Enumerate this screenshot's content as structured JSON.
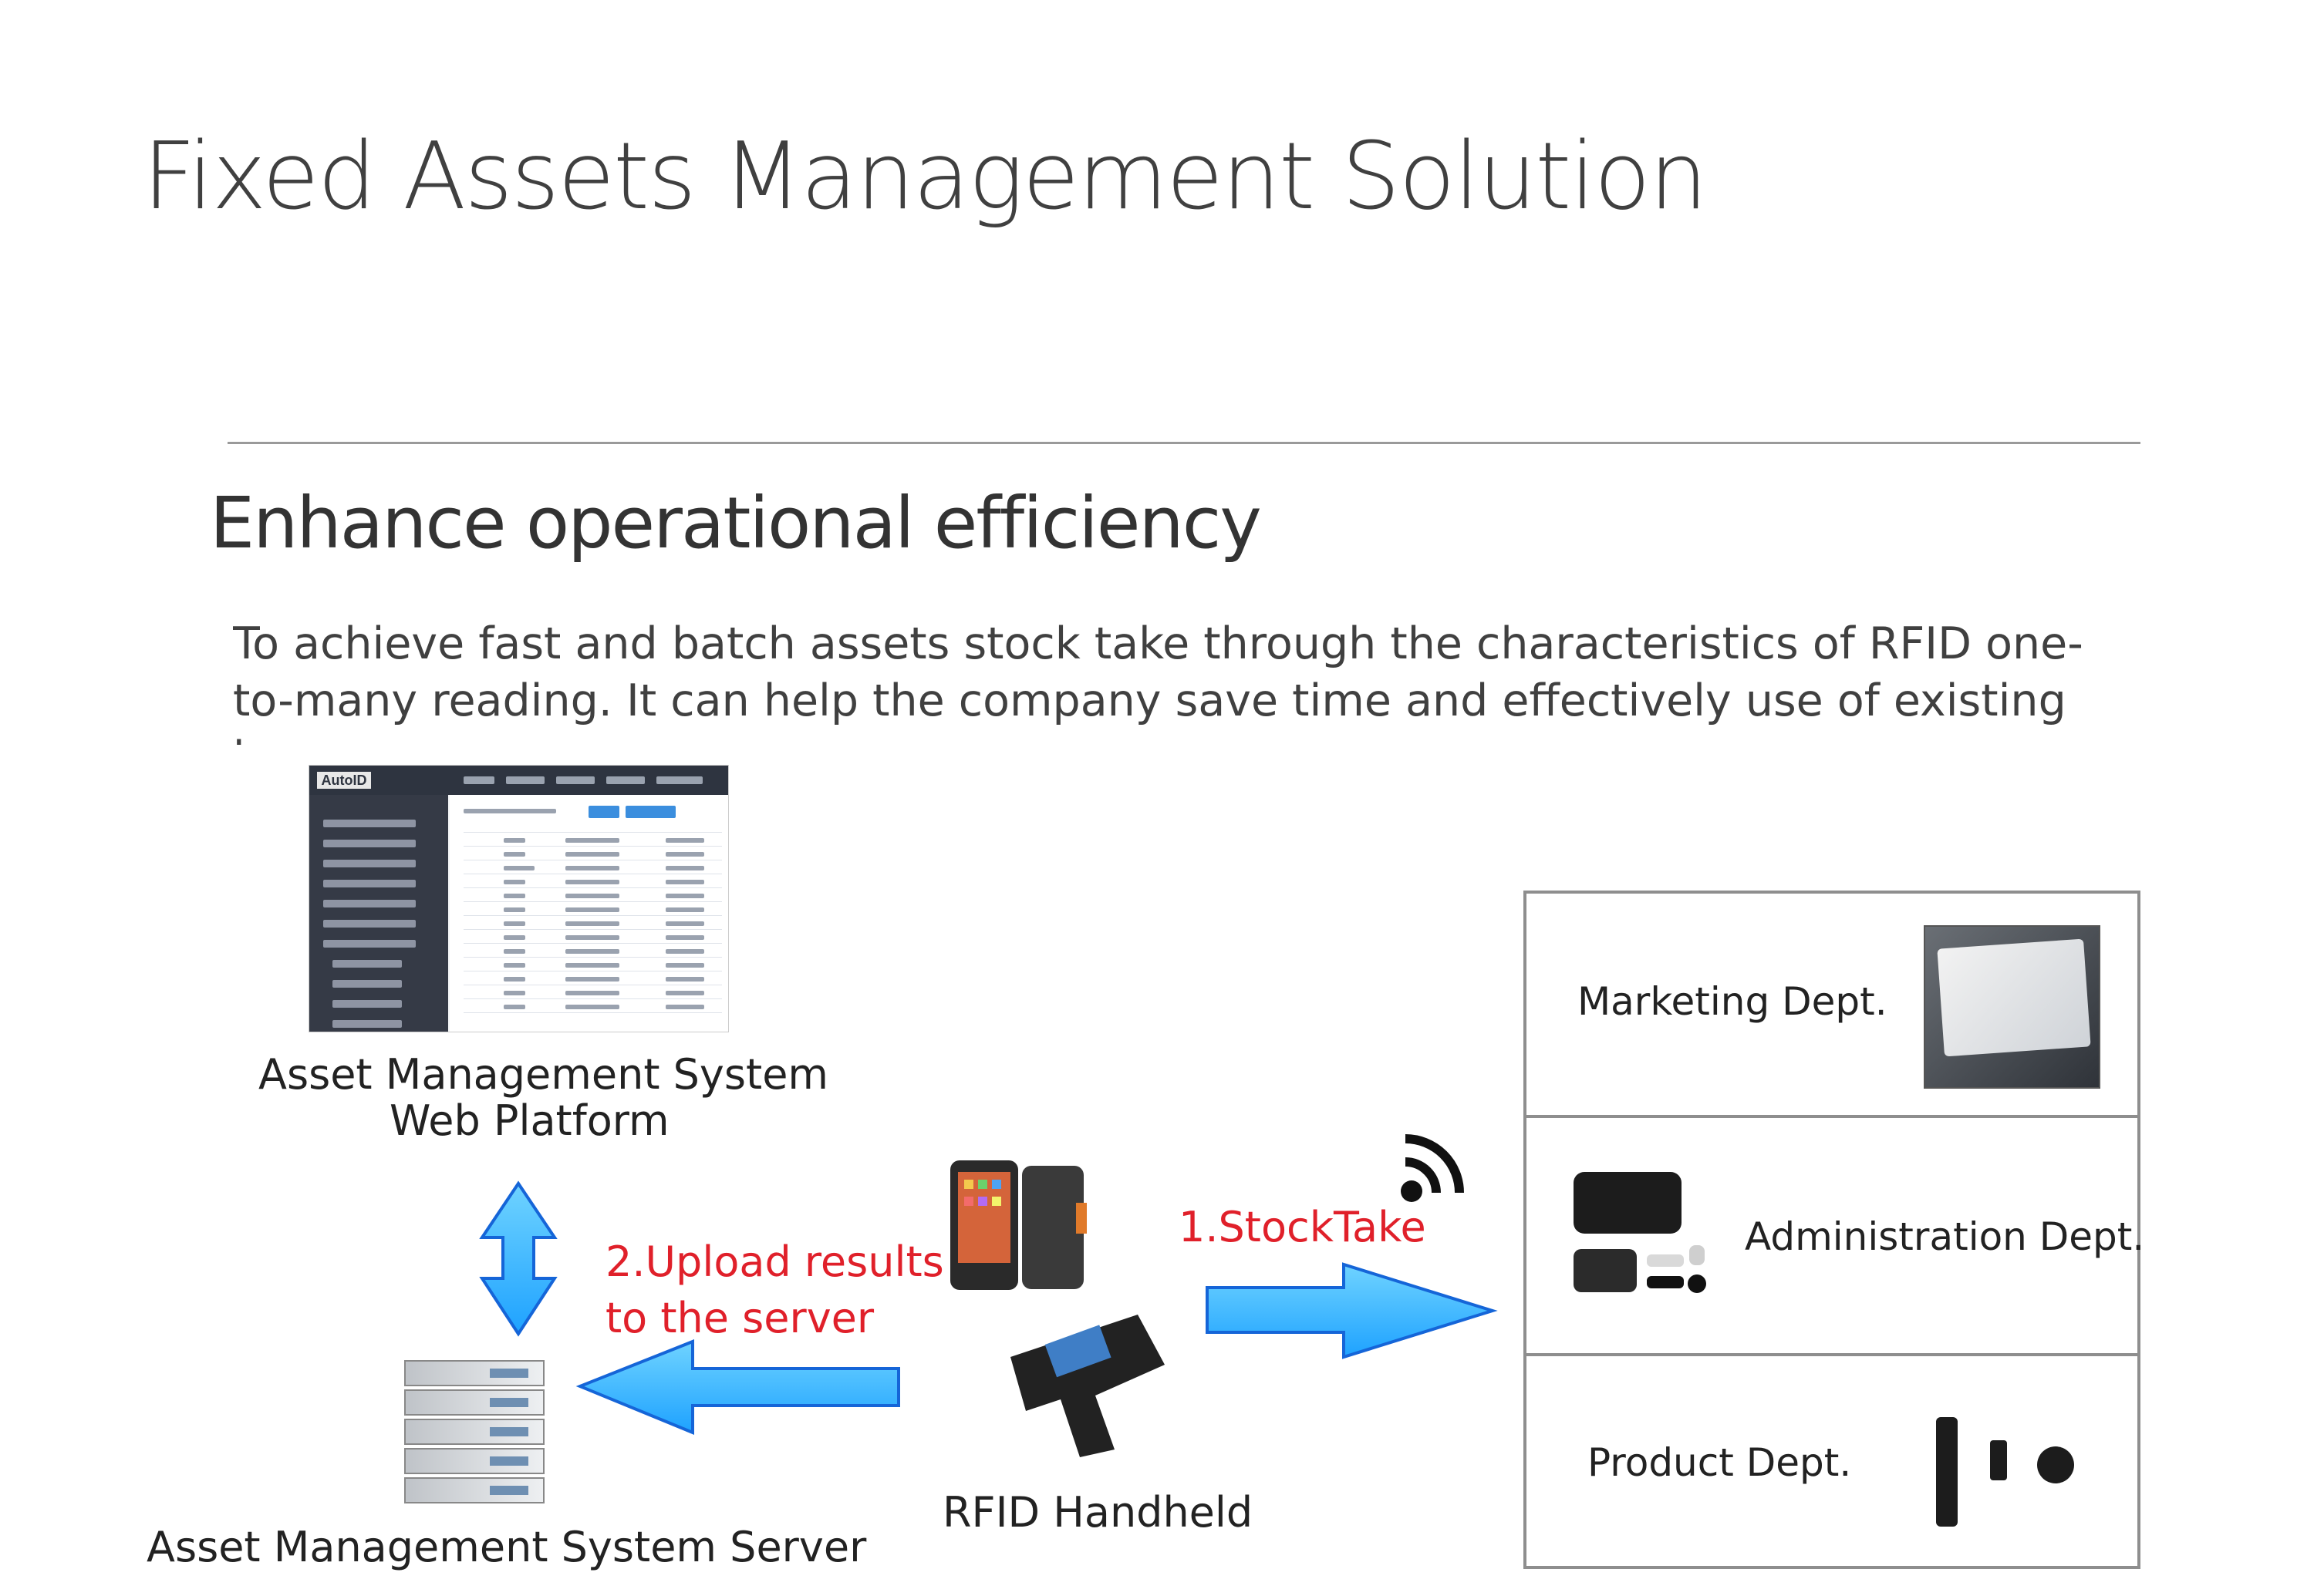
{
  "slide": {
    "title": "Fixed Assets Management Solution",
    "subtitle": "Enhance operational efficiency",
    "body": "To achieve fast and batch assets stock take through the characteristics of RFID one-to-many reading.  It can help the company save time and effectively use of existing human resources."
  },
  "diagram": {
    "web_platform_label_line1": "Asset Management System",
    "web_platform_label_line2": "Web Platform",
    "server_label": "Asset Management System Server",
    "handheld_label": "RFID Handheld",
    "upload_label_line1": "2.Upload results",
    "upload_label_line2": "to the server",
    "stocktake_label": "1.StockTake",
    "departments": [
      {
        "label": "Marketing Dept."
      },
      {
        "label": "Administration Dept."
      },
      {
        "label": "Product Dept."
      }
    ],
    "screenshot_logo": "AutoID"
  },
  "colors": {
    "arrow_blue": "#33b5ff",
    "arrow_stroke": "#1565d8",
    "label_red": "#e0202a",
    "divider": "#9a9a9a",
    "box_border": "#8e8e8e"
  }
}
